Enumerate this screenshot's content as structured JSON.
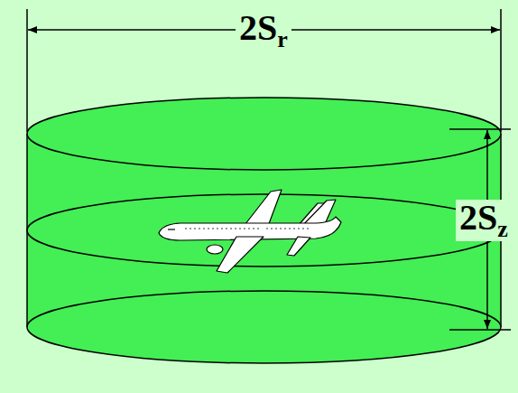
{
  "diagram": {
    "labels": [
      "2S",
      "r",
      "2S",
      "z"
    ]
  }
}
